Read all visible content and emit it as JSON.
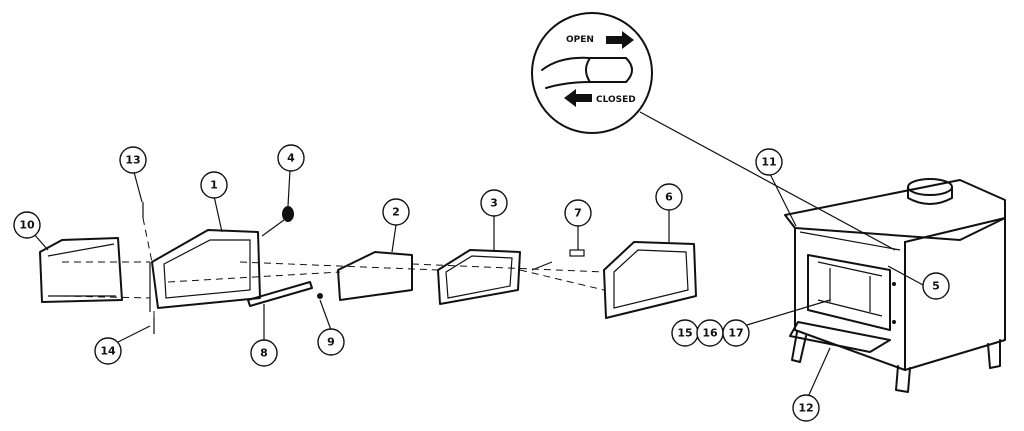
{
  "zoom_detail": {
    "open_label": "OPEN",
    "closed_label": "CLOSED"
  },
  "callouts": [
    {
      "id": "1",
      "label": "1"
    },
    {
      "id": "2",
      "label": "2"
    },
    {
      "id": "3",
      "label": "3"
    },
    {
      "id": "4",
      "label": "4"
    },
    {
      "id": "5",
      "label": "5"
    },
    {
      "id": "6",
      "label": "6"
    },
    {
      "id": "7",
      "label": "7"
    },
    {
      "id": "8",
      "label": "8"
    },
    {
      "id": "9",
      "label": "9"
    },
    {
      "id": "10",
      "label": "10"
    },
    {
      "id": "11",
      "label": "11"
    },
    {
      "id": "12",
      "label": "12"
    },
    {
      "id": "13",
      "label": "13"
    },
    {
      "id": "14",
      "label": "14"
    },
    {
      "id": "15",
      "label": "15"
    },
    {
      "id": "16",
      "label": "16"
    },
    {
      "id": "17",
      "label": "17"
    }
  ]
}
